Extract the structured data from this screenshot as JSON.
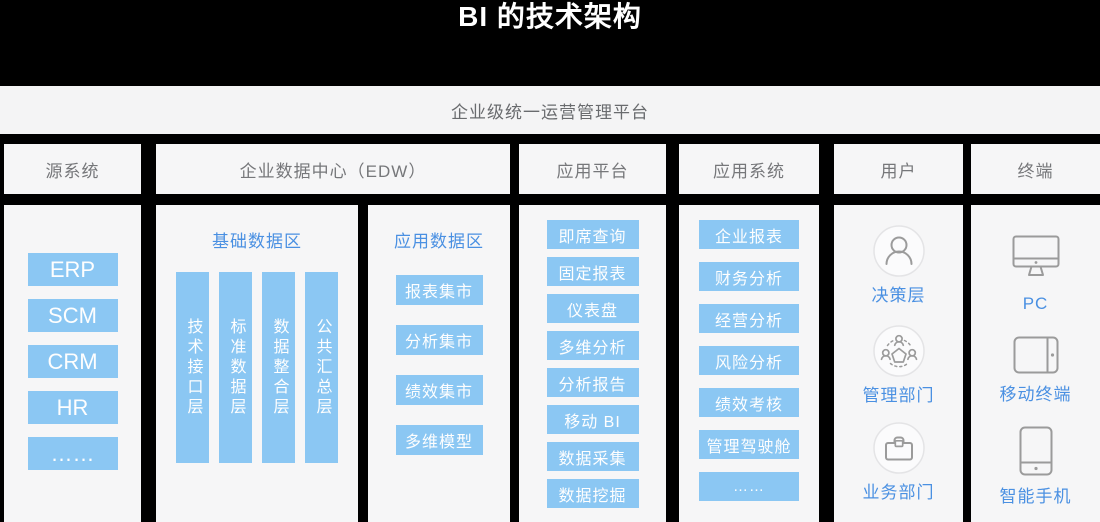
{
  "title": "BI 的技术架构",
  "banner": "企业级统一运营管理平台",
  "colors": {
    "page_bg": "#000000",
    "panel_bg": "#f6f6f7",
    "box_blue": "#8bc7f3",
    "label_blue": "#4a90e2",
    "header_text": "#76777a",
    "icon_gray": "#9b9b9b"
  },
  "columns": [
    {
      "header": "源系统",
      "items": [
        "ERP",
        "SCM",
        "CRM",
        "HR",
        "……"
      ]
    },
    {
      "header": "企业数据中心（EDW）",
      "sections": [
        {
          "title": "基础数据区",
          "bars": [
            "技术接口层",
            "标准数据层",
            "数据整合层",
            "公共汇总层"
          ]
        },
        {
          "title": "应用数据区",
          "items": [
            "报表集市",
            "分析集市",
            "绩效集市",
            "多维模型"
          ]
        }
      ]
    },
    {
      "header": "应用平台",
      "items": [
        "即席查询",
        "固定报表",
        "仪表盘",
        "多维分析",
        "分析报告",
        "移动 BI",
        "数据采集",
        "数据挖掘"
      ]
    },
    {
      "header": "应用系统",
      "items": [
        "企业报表",
        "财务分析",
        "经营分析",
        "风险分析",
        "绩效考核",
        "管理驾驶舱",
        "……"
      ]
    },
    {
      "header": "用户",
      "items": [
        {
          "icon": "person-icon",
          "label": "决策层"
        },
        {
          "icon": "team-icon",
          "label": "管理部门"
        },
        {
          "icon": "briefcase-icon",
          "label": "业务部门"
        }
      ]
    },
    {
      "header": "终端",
      "items": [
        {
          "icon": "desktop-icon",
          "label": "PC"
        },
        {
          "icon": "tablet-icon",
          "label": "移动终端"
        },
        {
          "icon": "smartphone-icon",
          "label": "智能手机"
        }
      ]
    }
  ]
}
